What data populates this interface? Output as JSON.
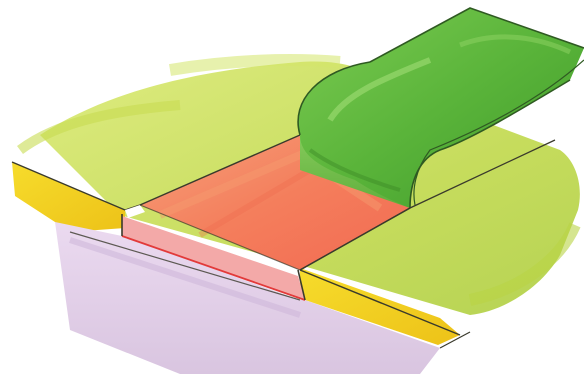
{
  "illustration": {
    "colors": {
      "background": "#ffffff",
      "wash_green": "#c4dc4a",
      "edge_yellow": "#f2d21a",
      "slot_lavender": "#e3d3e9",
      "slot_pink": "#f3a2a2",
      "insert_orange": "#f58866",
      "roll_green": "#5cb83c",
      "outline": "#3a3a2c"
    },
    "parts": [
      "green-wash-surface",
      "yellow-edge-strip",
      "recessed-slot",
      "orange-insert",
      "green-roll"
    ]
  }
}
